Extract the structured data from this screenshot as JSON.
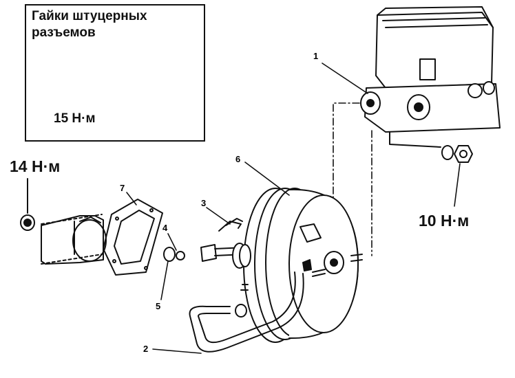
{
  "inset": {
    "title": "Гайки штуцерных разъемов",
    "torque": "15 Н·м"
  },
  "torques": {
    "left": "14 Н·м",
    "right": "10 Н·м"
  },
  "callouts": {
    "c1": "1",
    "c2": "2",
    "c3": "3",
    "c4": "4",
    "c5": "5",
    "c6": "6",
    "c7": "7"
  }
}
